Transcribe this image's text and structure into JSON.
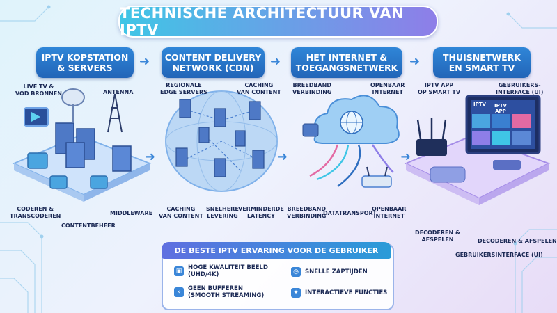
{
  "title": "TECHNISCHE ARCHITECTUUR VAN IPTV",
  "sections": [
    {
      "label": "IPTV KOPSTATION\n& SERVERS"
    },
    {
      "label": "CONTENT DELIVERY\nNETWORK (CDN)"
    },
    {
      "label": "HET INTERNET &\nTOEGANGSNETWERK"
    },
    {
      "label": "THUISNETWERK\nEN SMART TV"
    }
  ],
  "labels": {
    "live_tv": "LIVE TV &\nVOD BRONNEN",
    "antenna": "ANTENNA",
    "coderen": "CODEREN &\nTRANSCODEREN",
    "contentbeheer": "CONTENTBEHEER",
    "middleware": "MIDDLEWARE",
    "regionale": "REGIONALE\nEDGE SERVERS",
    "caching_top": "CACHING\nVAN CONTENT",
    "caching_bottom": "CACHING\nVAN CONTENT",
    "snelhere": "SNELHERE\nLEVERING",
    "verminderde": "VERMINDERDE\nLATENCY",
    "breedband_top": "BREEDBAND\nVERBINDING",
    "openbaar_top": "OPENBAAR\nINTERNET",
    "breedband_bottom": "BREEDBAND\nVERBINDING",
    "datatransport": "DATATRANSPORT",
    "openbaar_bottom": "OPENBAAR\nINTERNET",
    "iptv_app": "IPTV APP\nOP SMART TV",
    "gebruikers_top": "GEBRUIKERS-\nINTERFACE (UI)",
    "decoderen_left": "DECODEREN &\nAFSPELEN",
    "decoderen_right": "DECODEREN & AFSPELEN",
    "gebruikersinterface_bottom": "GEBRUIKERSINTERFACE (UI)",
    "tv_brand": "IPTV",
    "tv_app": "IPTV\nAPP"
  },
  "bottom": {
    "title": "DE BESTE IPTV ERVARING VOOR DE GEBRUIKER",
    "features": [
      {
        "icon": "image-icon",
        "text": "HOGE KWALITEIT BEELD\n(UHD/4K)"
      },
      {
        "icon": "stopwatch-icon",
        "text": "SNELLE ZAPTIJDEN"
      },
      {
        "icon": "fast-forward-icon",
        "text": "GEEN BUFFEREN\n(SMOOTH STREAMING)"
      },
      {
        "icon": "lightbulb-icon",
        "text": "INTERACTIEVE FUNCTIES"
      }
    ]
  },
  "colors": {
    "accent_blue": "#2f86d8",
    "accent_purple": "#8e7ee8",
    "cyan": "#3fc6e6"
  }
}
